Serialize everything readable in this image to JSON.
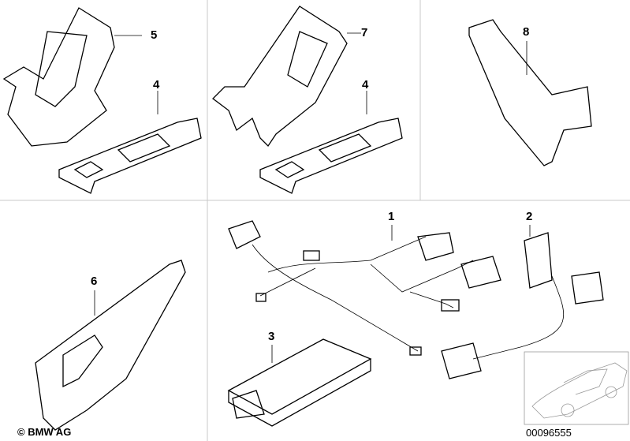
{
  "callouts": {
    "c5": "5",
    "c7": "7",
    "c8": "8",
    "c4a": "4",
    "c4b": "4",
    "c6": "6",
    "c1": "1",
    "c2": "2",
    "c3": "3"
  },
  "footer": {
    "copyright": "© BMW AG",
    "image_number": "00096555"
  }
}
